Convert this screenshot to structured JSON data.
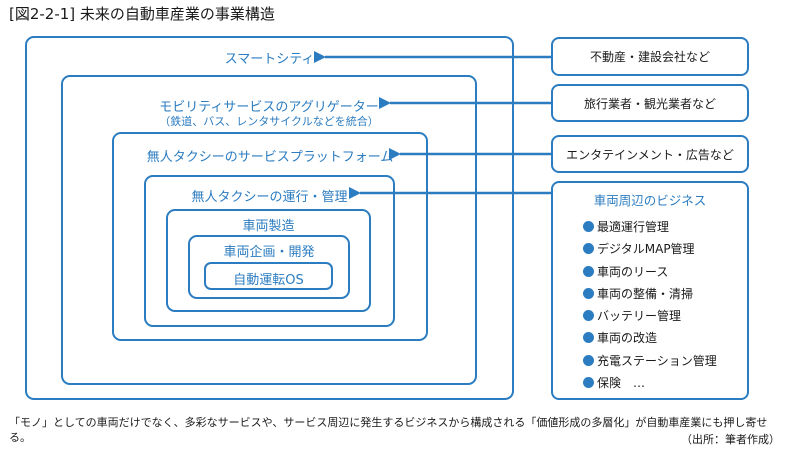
{
  "title": "[図2-2-1] 未来の自動車産業の事業構造",
  "layers": {
    "smart_city": "スマートシティ",
    "aggregator": "モビリティサービスのアグリゲーター",
    "aggregator_sub": "（鉄道、バス、レンタサイクルなどを統合）",
    "platform": "無人タクシーのサービスプラットフォーム",
    "operation": "無人タクシーの運行・管理",
    "manufacturing": "車両製造",
    "planning": "車両企画・開発",
    "autonomous_os": "自動運転OS"
  },
  "side_boxes": {
    "real_estate": "不動産・建設会社など",
    "travel": "旅行業者・観光業者など",
    "entertainment": "エンタテインメント・広告など",
    "vehicle_business": {
      "title": "車両周辺のビジネス",
      "items": [
        "最適運行管理",
        "デジタルMAP管理",
        "車両のリース",
        "車両の整備・清掃",
        "バッテリー管理",
        "車両の改造",
        "充電ステーション管理",
        "保険　…"
      ]
    }
  },
  "footnote": "「モノ」としての車両だけでなく、多彩なサービスや、サービス周辺に発生するビジネスから構成される「価値形成の多層化」が自動車産業にも押し寄せる。",
  "source": "（出所：筆者作成）",
  "colors": {
    "accent": "#2b7cc0",
    "text": "#1a1a1a"
  }
}
